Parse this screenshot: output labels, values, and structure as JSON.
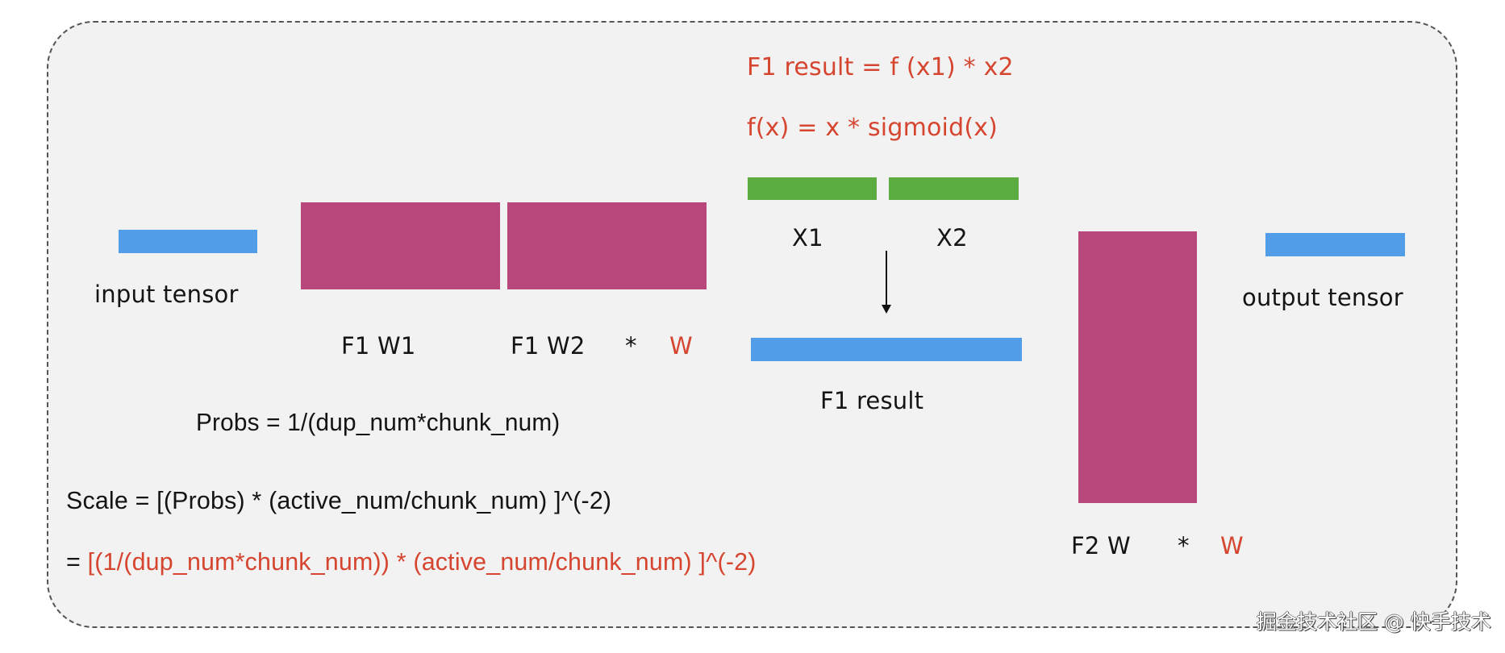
{
  "colors": {
    "tensor": "#529de8",
    "weight": "#b8477c",
    "split": "#5dac41",
    "highlight": "#d5452f",
    "text": "#141414",
    "panel": "#f2f2f2"
  },
  "input": {
    "label": "input tensor"
  },
  "f1": {
    "w1_label": "F1 W1",
    "w2_label": "F1 W2",
    "w2_multiplier_op": "*",
    "w2_multiplier": "W"
  },
  "gate": {
    "formula_result": "F1 result = f (x1) * x2",
    "formula_activation": "f(x) = x * sigmoid(x)",
    "x1_label": "X1",
    "x2_label": "X2",
    "result_label": "F1 result"
  },
  "f2": {
    "w_label": "F2 W",
    "multiplier_op": "*",
    "multiplier": "W"
  },
  "output": {
    "label": "output tensor"
  },
  "equations": {
    "probs": "Probs = 1/(dup_num*chunk_num)",
    "scale": "Scale = [(Probs) * (active_num/chunk_num) ]^(-2)",
    "expanded_prefix": "= ",
    "expanded_body": "[(1/(dup_num*chunk_num)) * (active_num/chunk_num) ]^(-2)"
  },
  "watermark": "掘金技术社区 @ 快手技术"
}
